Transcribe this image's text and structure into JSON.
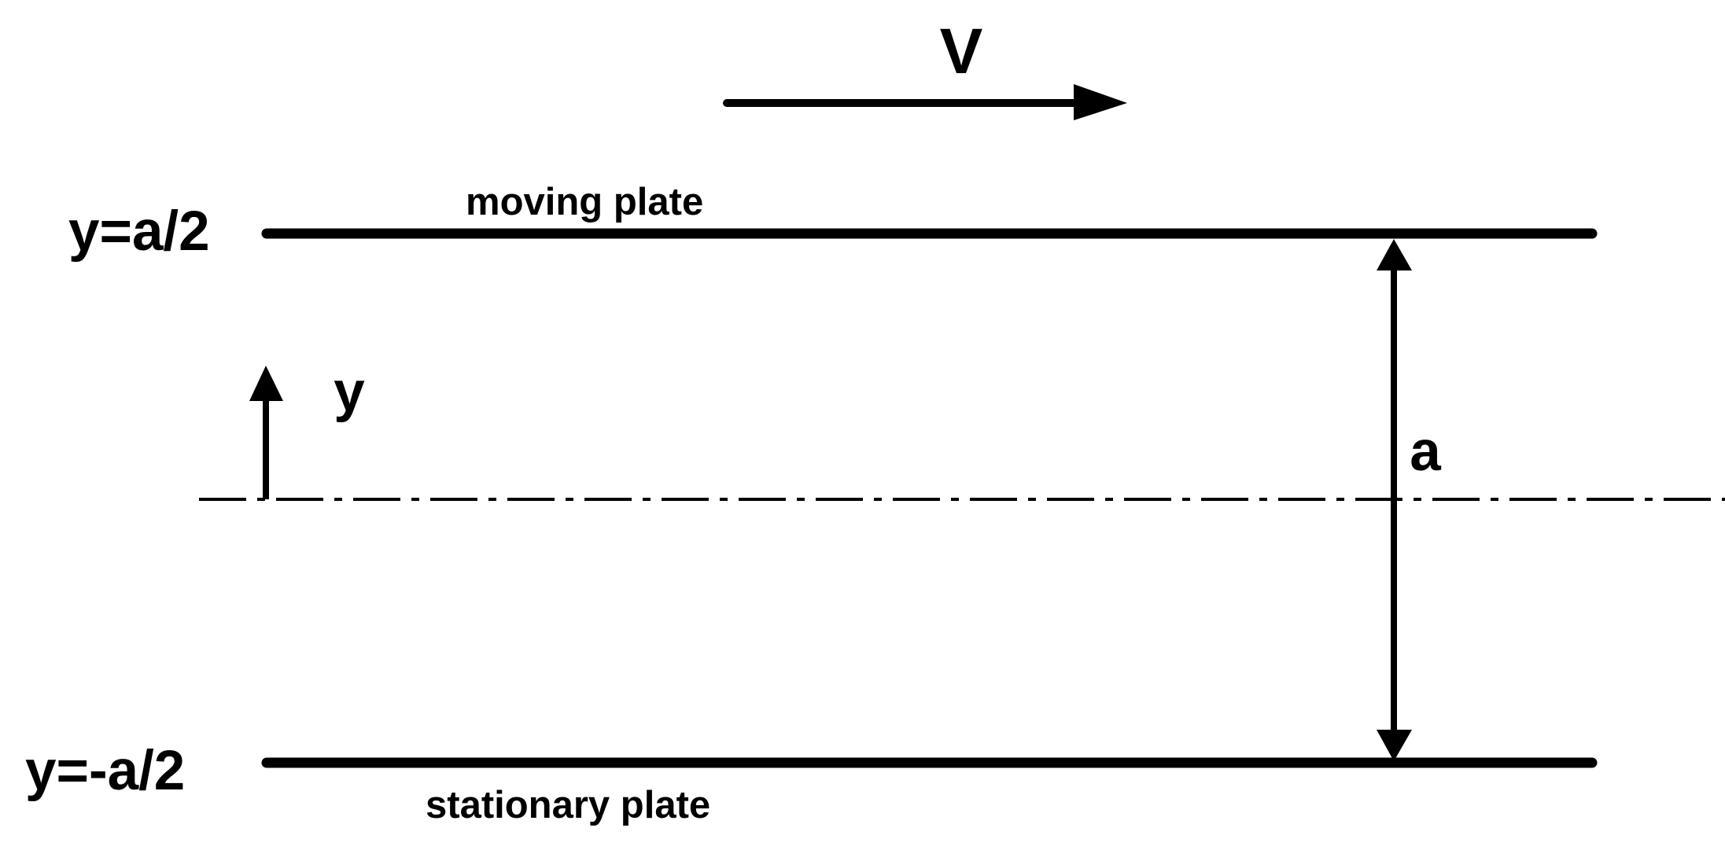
{
  "diagram": {
    "velocity_label": "V",
    "top_plate_position_label": "y=a/2",
    "top_plate_label": "moving plate",
    "bottom_plate_position_label": "y=-a/2",
    "bottom_plate_label": "stationary plate",
    "y_axis_label": "y",
    "gap_label": "a"
  },
  "colors": {
    "stroke": "#000000",
    "background": "#ffffff"
  }
}
